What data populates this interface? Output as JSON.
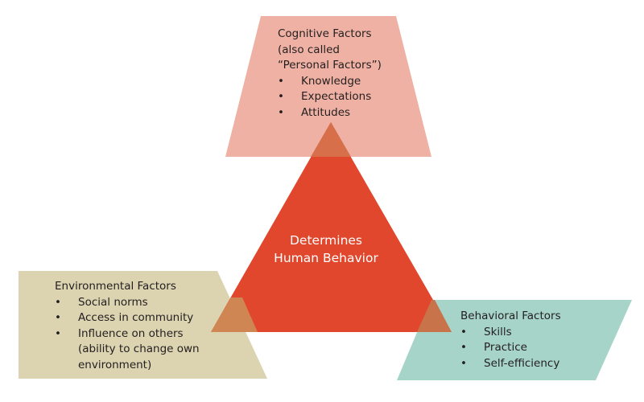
{
  "colors": {
    "cognitive_fill": "#efb1a3",
    "environmental_fill": "#dcd3b0",
    "behavioral_fill": "#a7d4c8",
    "triangle_fill": "#e1472c",
    "overlap_top": "#d76f4b",
    "overlap_left": "#cf8653",
    "overlap_right": "#c8734a"
  },
  "center": {
    "line1": "Determines",
    "line2": "Human Behavior"
  },
  "cognitive": {
    "title_line1": "Cognitive Factors",
    "title_line2": "(also called",
    "title_line3": "“Personal Factors”)",
    "items": [
      "Knowledge",
      "Expectations",
      "Attitudes"
    ]
  },
  "environmental": {
    "title": "Environmental Factors",
    "items": [
      "Social norms",
      "Access in community",
      "Influence on others"
    ],
    "continuation_line1": "(ability to change own",
    "continuation_line2": "environment)"
  },
  "behavioral": {
    "title": "Behavioral Factors",
    "items": [
      "Skills",
      "Practice",
      "Self-efficiency"
    ]
  },
  "bullet_char": "•"
}
